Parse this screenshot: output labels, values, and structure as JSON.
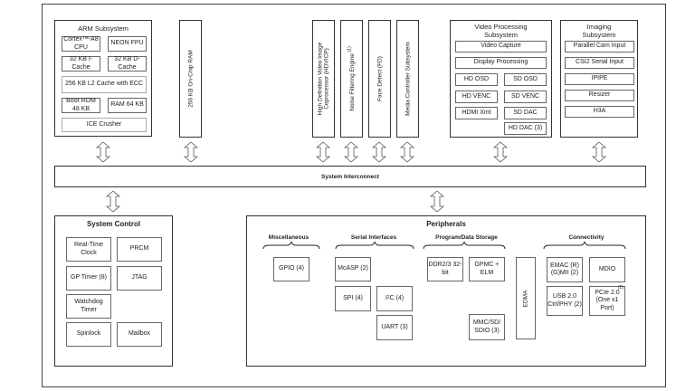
{
  "arm": {
    "title": "ARM Subsystem",
    "blocks": [
      "Cortex™-A8 CPU",
      "NEON FPU",
      "32 KB I-Cache",
      "32 KB D-Cache",
      "256 KB L2 Cache with ECC",
      "Boot ROM 48 KB",
      "RAM 64 KB",
      "ICE Crusher"
    ]
  },
  "onchip_ram": "256 KB On-Chip RAM",
  "accelerators": {
    "hdvicp_line1": "High Definition Video Image",
    "hdvicp_line2": "Coprocessor (HDVICP)",
    "noise_filter": "Noise Filtering Engine",
    "noise_filter_note": "(1)",
    "face_detect": "Face Detect (FD)",
    "media_controller": "Media Controller Subsystem"
  },
  "vpss": {
    "title_line1": "Video Processing",
    "title_line2": "Subsystem",
    "blocks": [
      "Video Capture",
      "Display Processing",
      "HD OSD",
      "SD OSD",
      "HD VENC",
      "SD VENC",
      "HDMI Xmt",
      "SD DAC",
      "HD DAC (3)"
    ]
  },
  "imaging": {
    "title_line1": "Imaging",
    "title_line2": "Subsystem",
    "blocks": [
      "Parallel Cam Input",
      "CSI2 Serial Input",
      "IPIPE",
      "Resizer",
      "H3A"
    ]
  },
  "interconnect": "System Interconnect",
  "system_control": {
    "title": "System Control",
    "blocks": [
      "Real-Time Clock",
      "PRCM",
      "GP Timer (8)",
      "JTAG",
      "Watchdog Timer",
      "Spinlock",
      "Mailbox"
    ]
  },
  "peripherals": {
    "title": "Peripherals",
    "misc": {
      "label": "Miscellaneous",
      "blocks": [
        "GPIO (4)"
      ]
    },
    "serial": {
      "label": "Serial Interfaces",
      "blocks": [
        "McASP (2)",
        "SPI (4)",
        "C (4)",
        "UART (3)"
      ],
      "i2c_prefix": "I",
      "i2c_sup": "2"
    },
    "storage": {
      "label": "Program/Data Storage",
      "blocks": [
        "DDR2/3 32-bit",
        "GPMC + ELM",
        "MMC/SD/ SDIO (3)"
      ]
    },
    "edma": "EDMA",
    "connectivity": {
      "label": "Connectivity",
      "blocks": [
        "EMAC (R)(G)MII (2)",
        "MDIO",
        "USB 2.0 Ctrl/PHY (2)",
        "PCIe 2.0 (One x1 Port)"
      ],
      "pcie_note": "(2)"
    }
  }
}
